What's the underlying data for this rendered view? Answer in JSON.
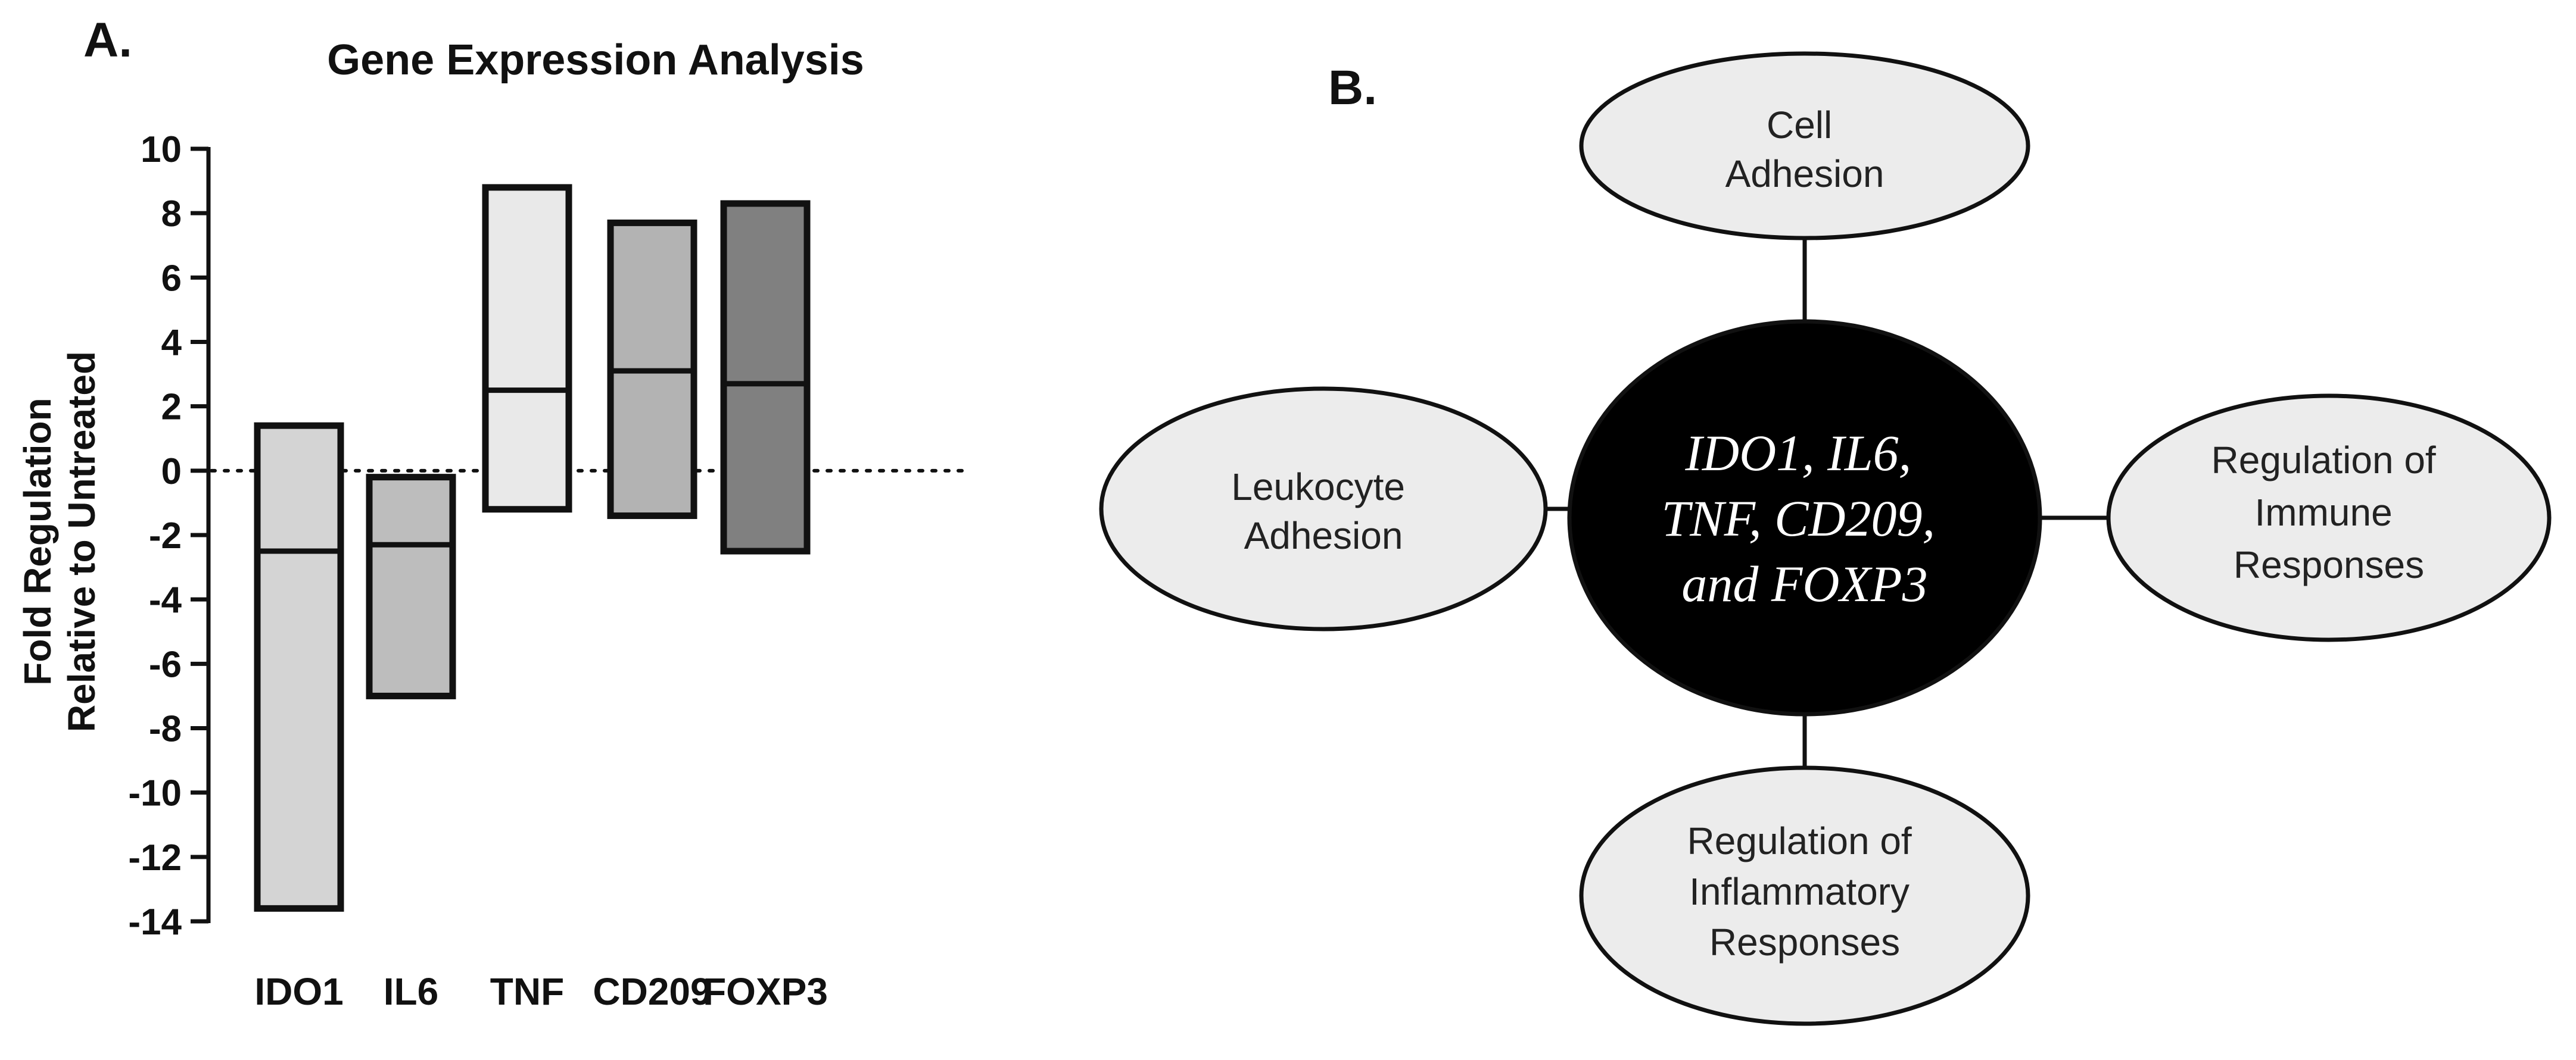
{
  "panel_a": {
    "label": "A.",
    "chart_data": {
      "type": "floating_bar",
      "title": "Gene Expression Analysis",
      "xlabel": "",
      "ylabel_lines": [
        "Fold Regulation",
        "Relative to Untreated"
      ],
      "ylim": [
        -14,
        10
      ],
      "yticks": [
        10,
        8,
        6,
        4,
        2,
        0,
        -2,
        -4,
        -6,
        -8,
        -10,
        -12,
        -14
      ],
      "zero_line": "dotted",
      "categories": [
        "IDO1",
        "IL6",
        "TNF",
        "CD209",
        "FOXP3"
      ],
      "bars": [
        {
          "gene": "IDO1",
          "min": -13.6,
          "max": 1.4,
          "mean": -2.5,
          "color": "#d4d4d4"
        },
        {
          "gene": "IL6",
          "min": -7.0,
          "max": -0.2,
          "mean": -2.3,
          "color": "#bdbdbd"
        },
        {
          "gene": "TNF",
          "min": -1.2,
          "max": 8.8,
          "mean": 2.5,
          "color": "#e9e9e9"
        },
        {
          "gene": "CD209",
          "min": -1.4,
          "max": 7.7,
          "mean": 3.1,
          "color": "#b3b3b3"
        },
        {
          "gene": "FOXP3",
          "min": -2.5,
          "max": 8.3,
          "mean": 2.7,
          "color": "#808080"
        }
      ]
    }
  },
  "panel_b": {
    "label": "B.",
    "center": {
      "lines": [
        "IDO1, IL6,",
        "TNF, CD209,",
        "and FOXP3"
      ],
      "fill": "#000000",
      "text_color": "#ffffff"
    },
    "nodes": {
      "top": {
        "lines": [
          "Cell",
          "Adhesion"
        ]
      },
      "left": {
        "lines": [
          "Leukocyte",
          "Adhesion"
        ]
      },
      "right": {
        "lines": [
          "Regulation of",
          "Immune",
          "Responses"
        ]
      },
      "bottom": {
        "lines": [
          "Regulation of",
          "Inflammatory",
          "Responses"
        ]
      }
    },
    "node_fill": "#ececec"
  }
}
